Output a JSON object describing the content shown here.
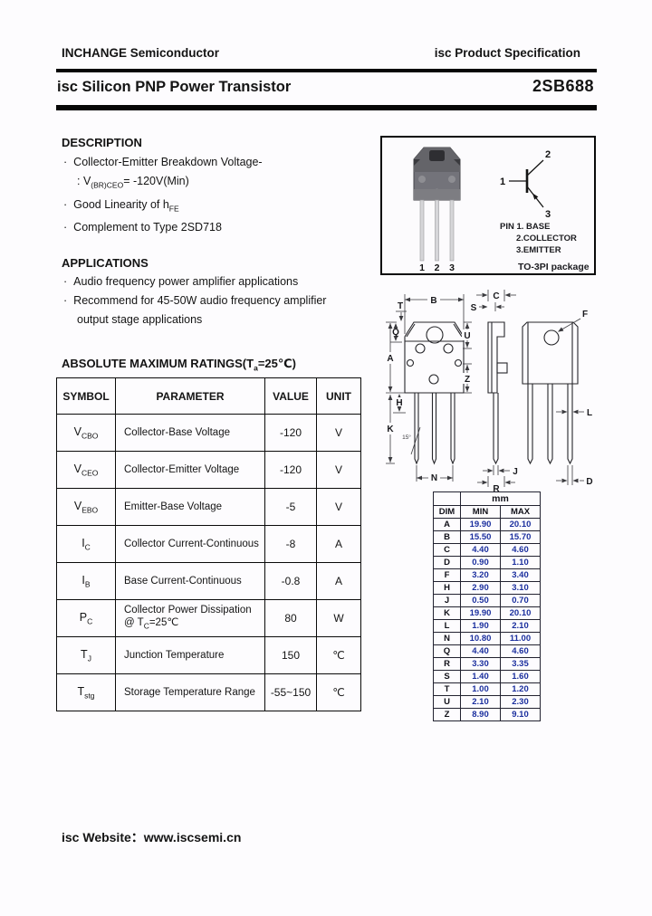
{
  "ui": {
    "bullet": "·"
  },
  "header": {
    "left": "INCHANGE Semiconductor",
    "right": "isc Product Specification"
  },
  "title": {
    "main": "isc Silicon PNP Power Transistor",
    "part": "2SB688"
  },
  "description": {
    "heading": "DESCRIPTION",
    "b1": "Collector-Emitter Breakdown Voltage-",
    "b1b_pre": ": V",
    "b1b_sub": "(BR)CEO",
    "b1b_post": "= -120V(Min)",
    "b2_pre": "Good Linearity of h",
    "b2_sub": "FE",
    "b3": "Complement to Type 2SD718"
  },
  "applications": {
    "heading": "APPLICATIONS",
    "b1": "Audio frequency power amplifier applications",
    "b2": "Recommend for 45-50W audio frequency amplifier",
    "b2b": "output stage applications"
  },
  "ratings": {
    "heading_pre": "ABSOLUTE MAXIMUM RATINGS(T",
    "heading_sub": "a",
    "heading_post": "=25℃)",
    "columns": [
      "SYMBOL",
      "PARAMETER",
      "VALUE",
      "UNIT"
    ],
    "rows": [
      {
        "sym": "V",
        "sub": "CBO",
        "param": "Collector-Base Voltage",
        "value": "-120",
        "unit": "V"
      },
      {
        "sym": "V",
        "sub": "CEO",
        "param": "Collector-Emitter Voltage",
        "value": "-120",
        "unit": "V"
      },
      {
        "sym": "V",
        "sub": "EBO",
        "param": "Emitter-Base Voltage",
        "value": "-5",
        "unit": "V"
      },
      {
        "sym": "I",
        "sub": "C",
        "param": "Collector Current-Continuous",
        "value": "-8",
        "unit": "A"
      },
      {
        "sym": "I",
        "sub": "B",
        "param": "Base Current-Continuous",
        "value": "-0.8",
        "unit": "A"
      },
      {
        "sym": "P",
        "sub": "C",
        "param": "Collector Power Dissipation",
        "param2_pre": "@ T",
        "param2_sub": "C",
        "param2_post": "=25℃",
        "value": "80",
        "unit": "W"
      },
      {
        "sym": "T",
        "sub": "J",
        "param": "Junction Temperature",
        "value": "150",
        "unit": "℃"
      },
      {
        "sym": "T",
        "sub": "stg",
        "param": "Storage Temperature Range",
        "value": "-55~150",
        "unit": "℃"
      }
    ]
  },
  "package": {
    "photo_pins": [
      "1",
      "2",
      "3"
    ],
    "schematic_pins": {
      "base": "1",
      "collector": "2",
      "emitter": "3"
    },
    "pin_list": [
      "PIN 1. BASE",
      "2.COLLECTOR",
      "3.EMITTER"
    ],
    "package_name": "TO-3PI package"
  },
  "drawing": {
    "unit": "mm",
    "cols": [
      "DIM",
      "MIN",
      "MAX"
    ],
    "labels": {
      "A": "A",
      "B": "B",
      "C": "C",
      "D": "D",
      "F": "F",
      "H": "H",
      "J": "J",
      "K": "K",
      "L": "L",
      "N": "N",
      "Q": "Q",
      "R": "R",
      "S": "S",
      "T": "T",
      "U": "U",
      "Z": "Z",
      "angle": "15°"
    },
    "rows": [
      {
        "dim": "A",
        "min": "19.90",
        "max": "20.10"
      },
      {
        "dim": "B",
        "min": "15.50",
        "max": "15.70"
      },
      {
        "dim": "C",
        "min": "4.40",
        "max": "4.60"
      },
      {
        "dim": "D",
        "min": "0.90",
        "max": "1.10"
      },
      {
        "dim": "F",
        "min": "3.20",
        "max": "3.40"
      },
      {
        "dim": "H",
        "min": "2.90",
        "max": "3.10"
      },
      {
        "dim": "J",
        "min": "0.50",
        "max": "0.70"
      },
      {
        "dim": "K",
        "min": "19.90",
        "max": "20.10"
      },
      {
        "dim": "L",
        "min": "1.90",
        "max": "2.10"
      },
      {
        "dim": "N",
        "min": "10.80",
        "max": "11.00"
      },
      {
        "dim": "Q",
        "min": "4.40",
        "max": "4.60"
      },
      {
        "dim": "R",
        "min": "3.30",
        "max": "3.35"
      },
      {
        "dim": "S",
        "min": "1.40",
        "max": "1.60"
      },
      {
        "dim": "T",
        "min": "1.00",
        "max": "1.20"
      },
      {
        "dim": "U",
        "min": "2.10",
        "max": "2.30"
      },
      {
        "dim": "Z",
        "min": "8.90",
        "max": "9.10"
      }
    ]
  },
  "footer": {
    "text": "isc Website：www.iscsemi.cn"
  }
}
